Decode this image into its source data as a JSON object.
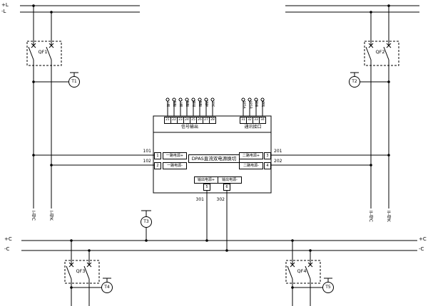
{
  "buses": {
    "top_plus": "+L",
    "top_minus": "-L",
    "bottom_left_plus": "+C",
    "bottom_left_minus": "-C",
    "bottom_right_plus": "+C",
    "bottom_right_minus": "-C"
  },
  "breakers": {
    "qf1": "QF1",
    "qf2": "QF2",
    "qf3": "QF3",
    "qf4": "QF4"
  },
  "transducers": {
    "t1": "T1",
    "t2": "T2",
    "t3": "T3",
    "t4": "T4",
    "t5": "T5"
  },
  "wire_labels": {
    "w101": "101",
    "w102": "102",
    "w201": "201",
    "w202": "202",
    "w301": "301",
    "w302": "302"
  },
  "bus_tags": {
    "l1": "I-母C",
    "l2": "I-母K",
    "r1": "II-母C",
    "r2": "II-母K"
  },
  "device": {
    "title": "DPAS直流双电源换切",
    "signal": {
      "title": "信号输出",
      "cells": [
        {
          "num": "21",
          "tag": "一路"
        },
        {
          "num": "22",
          "tag": "故障"
        },
        {
          "num": "23",
          "tag": "二路"
        },
        {
          "num": "24",
          "tag": "故障"
        },
        {
          "num": "25",
          "tag": "输出"
        },
        {
          "num": "26",
          "tag": "故障"
        },
        {
          "num": "27",
          "tag": "报警"
        },
        {
          "num": "28",
          "tag": "公共"
        }
      ]
    },
    "comm": {
      "title": "通讯接口",
      "cells": [
        {
          "num": "31",
          "tag": "485A"
        },
        {
          "num": "32",
          "tag": "485B"
        },
        {
          "num": "33",
          "tag": "屏蔽"
        },
        {
          "num": "34",
          "tag": "备用"
        }
      ]
    },
    "in1_plus": {
      "num": "1",
      "label": "一路电源+"
    },
    "in1_minus": {
      "num": "2",
      "label": "一路电源-"
    },
    "in2_plus": {
      "num": "3",
      "label": "二路电源+"
    },
    "in2_minus": {
      "num": "4",
      "label": "二路电源-"
    },
    "out_plus": {
      "num": "5",
      "label": "输出电源+"
    },
    "out_minus": {
      "num": "6",
      "label": "输出电源-"
    }
  }
}
